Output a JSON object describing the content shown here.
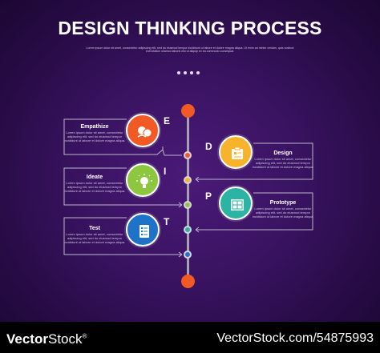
{
  "title": "DESIGN THINKING PROCESS",
  "subtitle": "Lorem ipsum dolor sit amet, consectetur adipiscing elit, sed do eiusmod tempor incididunt ut labore et dolore magna aliqua. Ut enim ad minim veniam, quis nostrud exercitation ullamco laboris nisi ut aliquip ex ea commodo consequat.",
  "steps": [
    {
      "letter": "E",
      "name": "Empathize",
      "desc": "Lorem ipsum dolor sit amet, consectetur adipiscing elit, sed do eiusmod tempor incididunt ut labore et dolore magna aliqua.",
      "color": "#f15a24",
      "icon": "people-talking-icon"
    },
    {
      "letter": "D",
      "name": "Design",
      "desc": "Lorem ipsum dolor sit amet, consectetur adipiscing elit, sed do eiusmod tempor incididunt ut labore et dolore magna aliqua.",
      "color": "#f7b32b",
      "icon": "design-board-icon"
    },
    {
      "letter": "I",
      "name": "Ideate",
      "desc": "Lorem ipsum dolor sit amet, consectetur adipiscing elit, sed do eiusmod tempor incididunt ut labore et dolore magna aliqua.",
      "color": "#8dc63f",
      "icon": "lightbulb-icon"
    },
    {
      "letter": "P",
      "name": "Prototype",
      "desc": "Lorem ipsum dolor sit amet, consectetur adipiscing elit, sed do eiusmod tempor incididunt ut labore et dolore magna aliqua.",
      "color": "#2bb3a3",
      "icon": "blueprint-icon"
    },
    {
      "letter": "T",
      "name": "Test",
      "desc": "Lorem ipsum dolor sit amet, consectetur adipiscing elit, sed do eiusmod tempor incididunt ut labore et dolore magna aliqua.",
      "color": "#1e73c8",
      "icon": "checklist-icon"
    }
  ],
  "colors": {
    "accent": "#f15a24",
    "line": "#a7a1b3",
    "node_mid": "#8dc63f",
    "node_last": "#1e73c8"
  },
  "footer": {
    "brand_bold": "Vector",
    "brand_rest": "Stock",
    "registered": "®",
    "image_id": "VectorStock.com/54875993"
  }
}
